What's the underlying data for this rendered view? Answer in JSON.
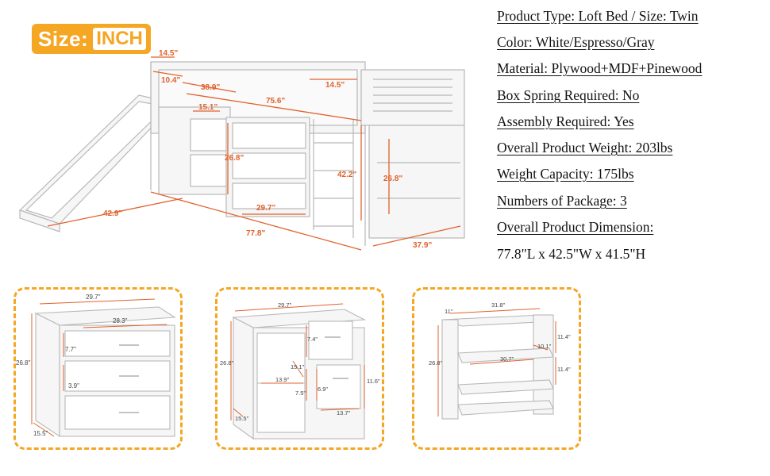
{
  "badge": {
    "size": "Size:",
    "unit": "INCH"
  },
  "specs": {
    "product_type": "Product Type: Loft Bed / Size: Twin",
    "color": "Color: White/Espresso/Gray",
    "material": "Material: Plywood+MDF+Pinewood",
    "box_spring": "Box Spring Required: No",
    "assembly": "Assembly Required: Yes",
    "weight": "Overall Product Weight: 203lbs",
    "capacity": "Weight Capacity: 175lbs",
    "packages": "Numbers of Package: 3",
    "dimension_label": "Overall Product Dimension:",
    "dimension_value": "77.8\"L x 42.5\"W x 41.5\"H"
  },
  "bed_dims": {
    "d1": "14.5\"",
    "d2": "10.4\"",
    "d3": "38.9\"",
    "d4": "75.6\"",
    "d5": "14.5\"",
    "d6": "15.1\"",
    "d7": "26.8\"",
    "d8": "42.2\"",
    "d9": "26.8\"",
    "d10": "29.7\"",
    "d11": "42.9\"",
    "d12": "77.8\"",
    "d13": "37.9\""
  },
  "dresser_dims": {
    "w": "29.7\"",
    "inner": "28.3\"",
    "h": "26.8\"",
    "d1": "7.7\"",
    "d2": "3.9\"",
    "depth": "15.5\""
  },
  "cabinet_dims": {
    "w": "29.7\"",
    "h": "26.8\"",
    "a": "7.4\"",
    "b": "15.1\"",
    "c": "13.9\"",
    "d": "7.5\"",
    "e": "6.9\"",
    "f": "11.6\"",
    "g": "13.7\"",
    "depth": "15.5\""
  },
  "shelf_dims": {
    "w": "31.8\"",
    "depth_top": "11\"",
    "h": "26.8\"",
    "r1": "11.4\"",
    "r2": "11.4\"",
    "inner": "30.7\"",
    "sd": "10.1\""
  },
  "colors": {
    "accent": "#f5a623",
    "dim": "#e0622c",
    "furniture": "#f4f4f4",
    "outline": "#bcbcbc"
  }
}
